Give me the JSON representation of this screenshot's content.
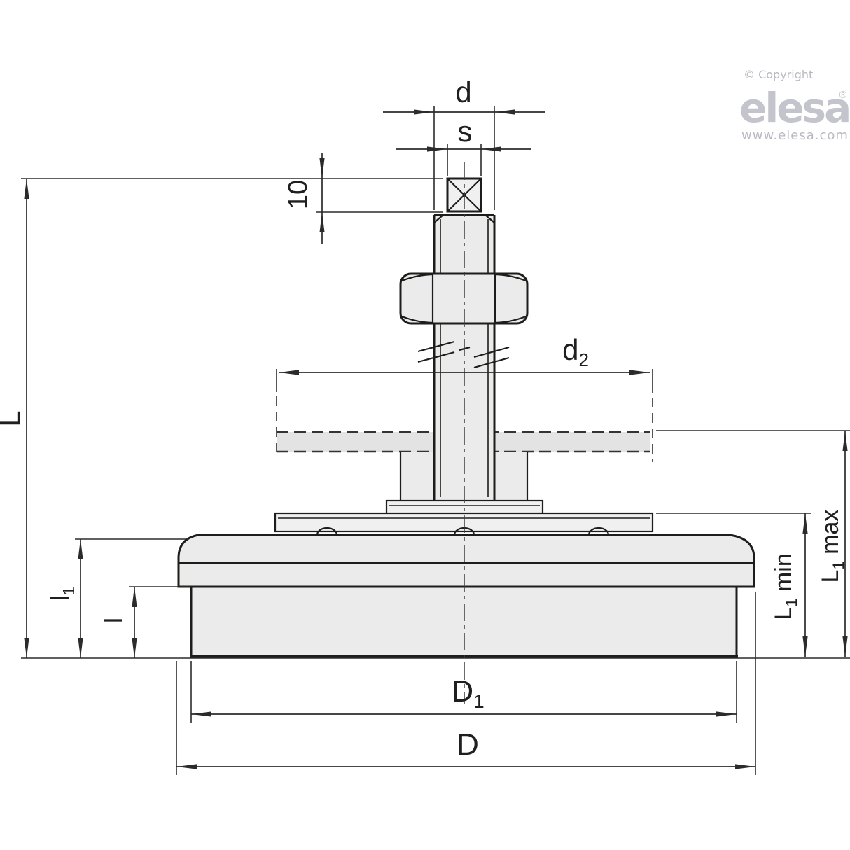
{
  "watermark": {
    "copyright": "© Copyright",
    "brand": "elesa",
    "registered": "®",
    "website": "www.elesa.com"
  },
  "labels": {
    "d": "d",
    "s": "s",
    "ten": "10",
    "d2": {
      "base": "d",
      "sub": "2"
    },
    "L": "L",
    "l1": {
      "base": "l",
      "sub": "1"
    },
    "l": "l",
    "L1_min": {
      "base": "L",
      "sub": "1",
      "suffix": " min"
    },
    "L1_max": {
      "base": "L",
      "sub": "1",
      "suffix": " max"
    },
    "D1": {
      "base": "D",
      "sub": "1"
    },
    "D": "D"
  },
  "colors": {
    "background": "#ffffff",
    "outline": "#1d1d1b",
    "dimension_lines": "#2b2b2b",
    "fill_light": "#ebebeb",
    "fill_plate": "#e3e3e3",
    "watermark_gray": "#b9b9c2"
  }
}
